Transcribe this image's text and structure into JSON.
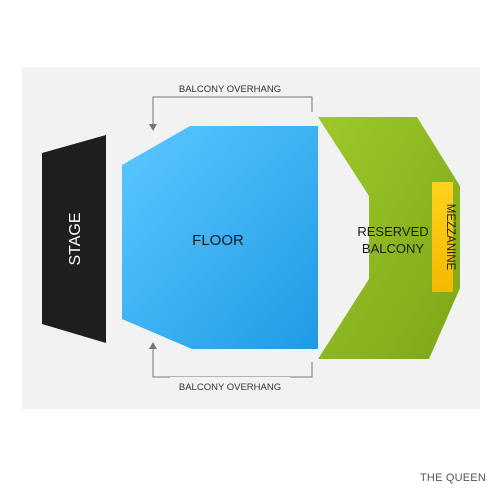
{
  "venue": {
    "name": "THE QUEEN"
  },
  "colors": {
    "background": "#f2f2f2",
    "stage": "#1e1e1e",
    "floor": "#2aa8f0",
    "reserved_balcony": "#8fba1f",
    "mezzanine": "#ffcc00",
    "arrow": "#777777"
  },
  "sections": {
    "stage": "STAGE",
    "floor": "FLOOR",
    "reserved_balcony_line1": "RESERVED",
    "reserved_balcony_line2": "BALCONY",
    "mezzanine": "MEZZANINE"
  },
  "annotations": {
    "balcony_overhang_top": "BALCONY OVERHANG",
    "balcony_overhang_bottom": "BALCONY OVERHANG"
  }
}
